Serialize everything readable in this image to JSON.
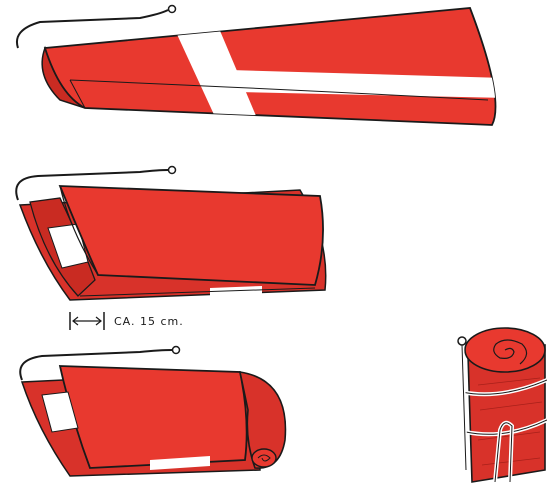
{
  "colors": {
    "flag_red": "#e8392f",
    "flag_white": "#ffffff",
    "outline": "#1a1a1a",
    "bleed_text": "#c9c9c9"
  },
  "steps": [
    {
      "name": "folded-lengthwise"
    },
    {
      "name": "folded-half-length"
    },
    {
      "name": "rolling"
    },
    {
      "name": "rolled-and-tied"
    }
  ],
  "measurement": {
    "label": "CA. 15 cm."
  }
}
